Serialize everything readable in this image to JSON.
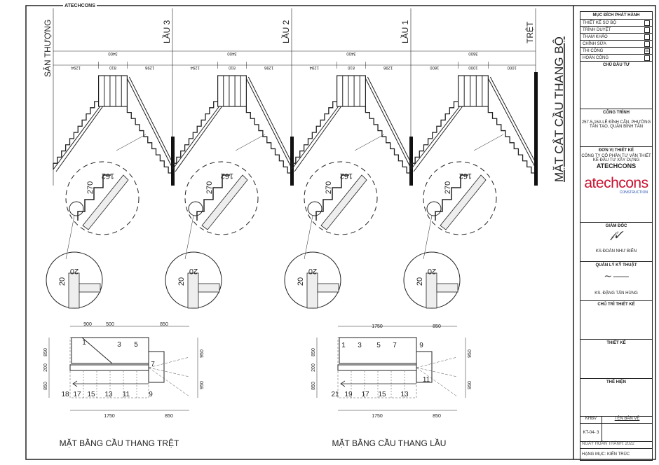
{
  "header": {
    "firm": "ATECHCONS"
  },
  "section": {
    "title": "MẶT CẮT CẦU THANG BỘ",
    "levels": [
      "SÂN THƯỢNG",
      "LẦU 3",
      "LẦU 2",
      "LẦU 1",
      "TRỆT"
    ],
    "spans": [
      {
        "total": "3400",
        "parts": [
          "1294",
          "810",
          "1296"
        ]
      },
      {
        "total": "3400",
        "parts": [
          "1294",
          "810",
          "1296"
        ]
      },
      {
        "total": "3400",
        "parts": [
          "1294",
          "810",
          "1296"
        ]
      },
      {
        "total": "3600",
        "parts": [
          "1600",
          "1000",
          "1000"
        ]
      }
    ],
    "detail": {
      "tread": "270",
      "riser": "162",
      "nose_w": "20",
      "nose_h": "20"
    }
  },
  "plan_ground": {
    "title": "MẶT BẰNG CẦU THANG TRỆT",
    "top_dims": [
      "900",
      "500",
      "850"
    ],
    "bottom_dims": [
      "1750",
      "850"
    ],
    "left_dims": [
      "850",
      "200",
      "850"
    ],
    "right_dims": [
      "950",
      "950"
    ],
    "steps": [
      "1",
      "3",
      "5",
      "7",
      "9",
      "11",
      "13",
      "15",
      "17",
      "18"
    ]
  },
  "plan_upper": {
    "title": "MẶT BẰNG CẦU THANG LẦU",
    "top_dims": [
      "1750",
      "850"
    ],
    "bottom_dims": [
      "1750",
      "850"
    ],
    "left_dims": [
      "850",
      "200",
      "850"
    ],
    "right_dims": [
      "950",
      "950"
    ],
    "steps": [
      "1",
      "3",
      "5",
      "7",
      "9",
      "11",
      "13",
      "15",
      "17",
      "19",
      "21"
    ]
  },
  "title_block": {
    "purpose_title": "MỤC ĐÍCH PHÁT HÀNH",
    "purposes": [
      {
        "label": "THIẾT KẾ SƠ BỘ",
        "mark": ""
      },
      {
        "label": "TRÌNH DUYỆT",
        "mark": ""
      },
      {
        "label": "THAM KHẢO",
        "mark": ""
      },
      {
        "label": "CHỈNH SỬA",
        "mark": ""
      },
      {
        "label": "THI CÔNG",
        "mark": "☒"
      },
      {
        "label": "HOÀN CÔNG",
        "mark": ""
      }
    ],
    "owner_title": "CHỦ ĐẦU TƯ",
    "project_title": "CÔNG TRÌNH",
    "project_address": "257-5-16A LÊ ĐÌNH CẨN, PHƯỜNG TÂN TẠO, QUẬN BÌNH TÂN",
    "designer_title": "ĐƠN VỊ THIẾT KẾ",
    "designer_company": "CÔNG TY CỔ PHẦN TƯ VẤN THIẾT KẾ ĐẦU TƯ XÂY DỰNG",
    "designer_name": "ATECHCONS",
    "logo_text": "atechcons",
    "logo_sub": "CONSTRUCTION",
    "director_title": "GIÁM ĐỐC",
    "director_name": "KS.ĐOÀN NHƯ BIỂN",
    "tech_title": "QUẢN LÝ KỸ THUẬT",
    "tech_name": "KS. ĐẶNG TẤN HÙNG",
    "chief_title": "CHỦ TRÌ THIẾT KẾ",
    "design_title": "THIẾT KẾ",
    "drafter_title": "THỂ HIỆN",
    "khbv_label": "KHBV",
    "sheet_name_label": "TÊN BẢN VẼ",
    "sheet_code": "KT-04- 3",
    "completion": "NGÀY HOÀN THÀNH: 2022",
    "category": "HẠNG MỤC: KIẾN TRÚC"
  }
}
